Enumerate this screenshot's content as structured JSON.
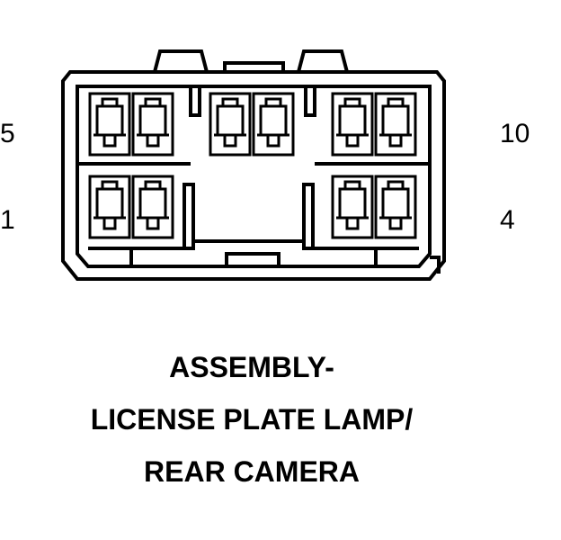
{
  "pin_labels": {
    "top_left": "5",
    "top_right": "10",
    "bottom_left": "1",
    "bottom_right": "4"
  },
  "caption": {
    "line1": "ASSEMBLY-",
    "line2": "LICENSE PLATE LAMP/",
    "line3": "REAR CAMERA"
  },
  "colors": {
    "ink": "#000000",
    "paper": "#ffffff"
  }
}
